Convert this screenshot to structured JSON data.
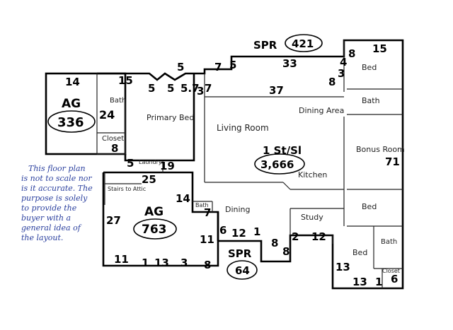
{
  "areas": [
    {
      "id": "ag-west",
      "tag": "AG",
      "value": "336"
    },
    {
      "id": "main",
      "tag": "1 St/Sl",
      "value": "3,666"
    },
    {
      "id": "ag-south",
      "tag": "AG",
      "value": "763"
    },
    {
      "id": "spr-north",
      "tag": "SPR",
      "value": "421"
    },
    {
      "id": "spr-south",
      "tag": "SPR",
      "value": "64"
    }
  ],
  "rooms": {
    "bath_west": "Bath",
    "closet_west": "Closet",
    "primary_bed": "Primary Bed",
    "laundry": "Laundry",
    "stairs": "Stairs to Attic",
    "bath_mid": "Bath",
    "dining": "Dining",
    "living": "Living Room",
    "dining_area": "Dining Area",
    "kitchen": "Kitchen",
    "study": "Study",
    "bed_ne": "Bed",
    "bath_ne": "Bath",
    "bonus": "Bonus Room",
    "bed_e": "Bed",
    "bath_se": "Bath",
    "bed_se": "Bed",
    "closet_se": "Closet"
  },
  "dims": {
    "d14a": "14",
    "d15a": "15",
    "d24": "24",
    "d8a": "8",
    "d5a": "5",
    "d5b": "5",
    "d5c": "5",
    "d57": "5.7",
    "d3a": "3",
    "d7a": "7",
    "d5d": "5",
    "d7b": "7",
    "d33": "33",
    "d4": "4",
    "d8b": "8",
    "d15b": "15",
    "d3b": "3",
    "d8c": "8",
    "d37": "37",
    "d5e": "5",
    "d19": "19",
    "d25": "25",
    "d14b": "14",
    "d27": "27",
    "d7c": "7",
    "d11a": "11",
    "d11b": "11",
    "d1a": "1",
    "d13a": "13",
    "d3c": "3",
    "d8d": "8",
    "d6a": "6",
    "d12a": "12",
    "d1b": "1",
    "d8e": "8",
    "d8f": "8",
    "d2": "2",
    "d12b": "12",
    "d71": "71",
    "d13b": "13",
    "d13c": "13",
    "d1c": "1",
    "d6b": "6"
  },
  "note": {
    "lines": [
      "This floor plan",
      "is not to scale nor",
      "is it accurate. The",
      "purpose is solely",
      "to provide the",
      "buyer with a",
      "general idea of",
      "the layout."
    ]
  }
}
